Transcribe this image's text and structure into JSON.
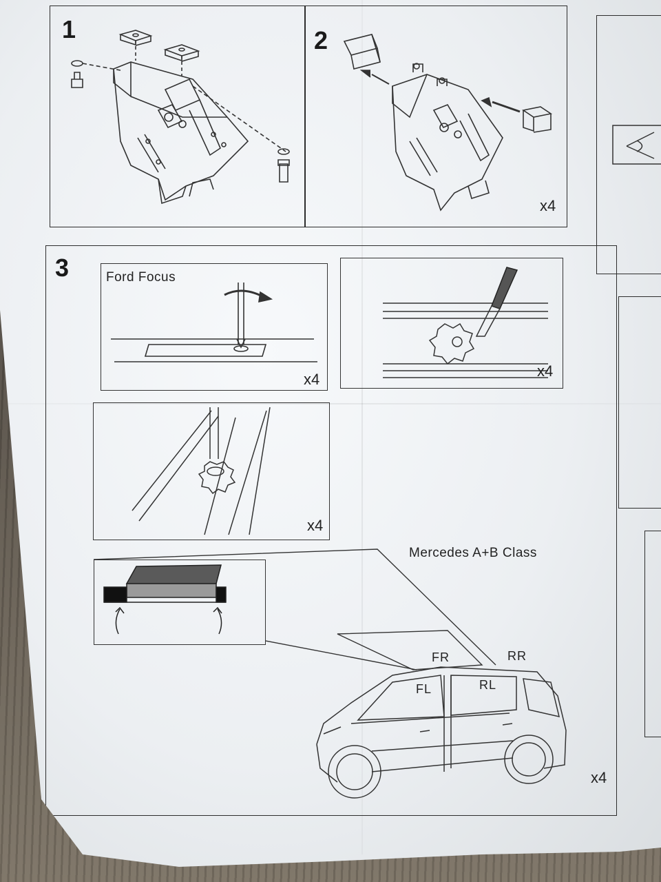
{
  "steps": {
    "step1": "1",
    "step2": "2",
    "step3": "3"
  },
  "quantities": {
    "step2_qty": "x4",
    "ford_qty": "x4",
    "scrape_qty": "x4",
    "screw_qty": "x4",
    "car_qty": "x4"
  },
  "labels": {
    "ford": "Ford Focus",
    "mercedes": "Mercedes A+B Class"
  },
  "positions": {
    "fr": "FR",
    "rr": "RR",
    "fl": "FL",
    "rl": "RL"
  }
}
